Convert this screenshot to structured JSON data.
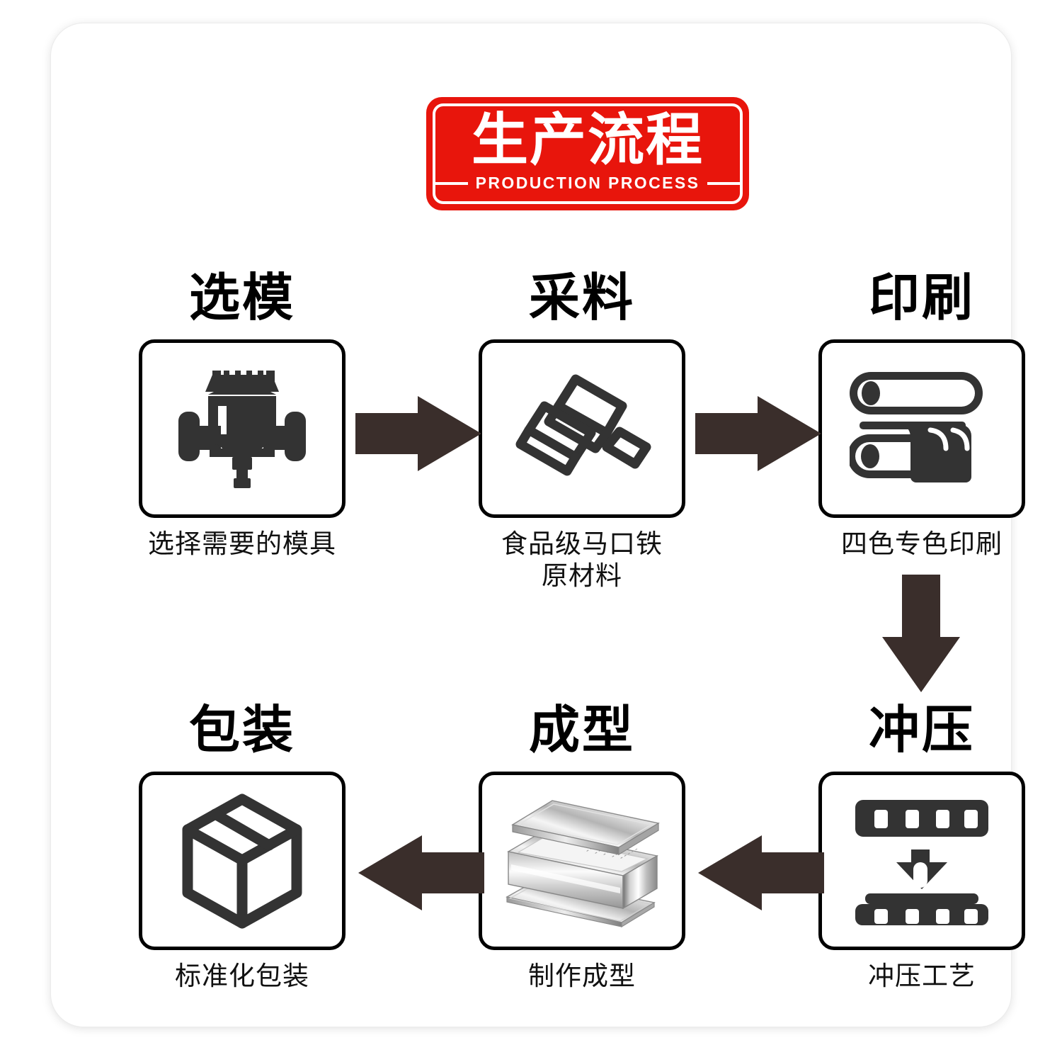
{
  "badge": {
    "title_cn": "生产流程",
    "subtitle_en": "PRODUCTION PROCESS",
    "bg_color": "#e8150c",
    "text_color": "#ffffff"
  },
  "colors": {
    "arrow": "#3a2e2b",
    "icon_dark": "#333333",
    "card_bg": "#ffffff",
    "page_bg": "#ffffff",
    "border": "#000000"
  },
  "steps": [
    {
      "index": 1,
      "title": "选模",
      "caption": "选择需要的模具",
      "icon": "mold-machine-icon"
    },
    {
      "index": 2,
      "title": "采料",
      "caption": "食品级马口铁\n原材料",
      "icon": "metal-ingots-icon"
    },
    {
      "index": 3,
      "title": "印刷",
      "caption": "四色专色印刷",
      "icon": "printing-rollers-icon"
    },
    {
      "index": 4,
      "title": "冲压",
      "caption": "冲压工艺",
      "icon": "stamping-press-icon"
    },
    {
      "index": 5,
      "title": "成型",
      "caption": "制作成型",
      "icon": "metal-tin-forming-icon"
    },
    {
      "index": 6,
      "title": "包装",
      "caption": "标准化包装",
      "icon": "cardboard-box-icon"
    }
  ],
  "arrows": [
    {
      "id": 1,
      "direction": "right",
      "from": "选模",
      "to": "采料"
    },
    {
      "id": 2,
      "direction": "right",
      "from": "采料",
      "to": "印刷"
    },
    {
      "id": 3,
      "direction": "down",
      "from": "印刷",
      "to": "冲压"
    },
    {
      "id": 4,
      "direction": "left",
      "from": "冲压",
      "to": "成型"
    },
    {
      "id": 5,
      "direction": "left",
      "from": "成型",
      "to": "包装"
    }
  ]
}
